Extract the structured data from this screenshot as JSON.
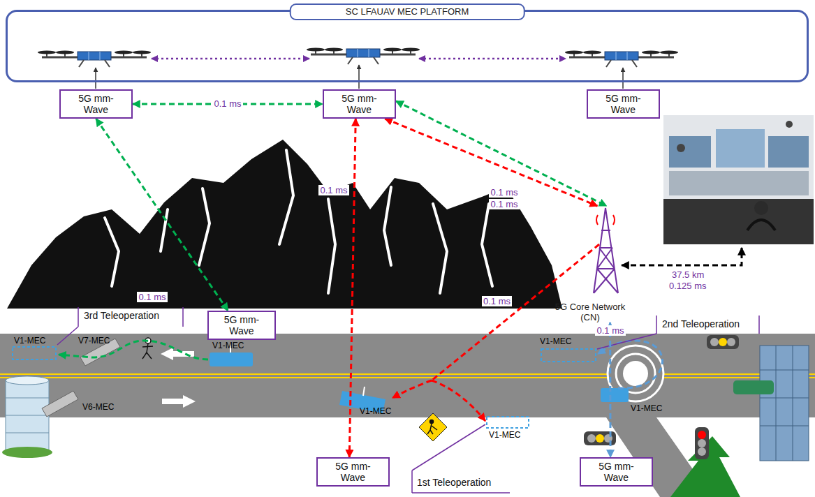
{
  "diagram": {
    "nodes": [
      {
        "text": [
          "SC LFAUAV MEC PLATFORM"
        ]
      },
      {
        "text": [
          "5G mm-Wave"
        ]
      },
      {
        "text": [
          "5G mm-Wave"
        ]
      },
      {
        "text": [
          "5G mm-Wave"
        ]
      },
      {
        "text": [
          "5G Core Network (CN)"
        ]
      },
      {
        "text": [
          "5G mm-Wave"
        ]
      },
      {
        "text": [
          "5G mm-Wave"
        ]
      },
      {
        "text": [
          "5G mm-Wave"
        ]
      }
    ],
    "edges": [
      {
        "from": 1,
        "to": 2,
        "arrow": "both",
        "label": "0.1 ms"
      },
      {
        "from": 2,
        "to": 4,
        "arrow": "both",
        "label": "0.1 ms"
      },
      {
        "from": 2,
        "to": 4,
        "arrow": "both",
        "label": "0.1 ms"
      },
      {
        "from": 2,
        "to": 6,
        "arrow": "both",
        "label": "0.1 ms"
      },
      {
        "from": 1,
        "to": 5,
        "arrow": "both",
        "label": "0.1 ms"
      },
      {
        "from": 4,
        "to": 7,
        "arrow": "both",
        "label": "0.1 ms"
      }
    ],
    "labels": [
      "0.1 ms",
      "37.5 km",
      "0.125 ms",
      "3rd Teleoperation",
      "2nd Teleoperation",
      "1st Teleoperation",
      "V1-MEC",
      "V7-MEC",
      "V6-MEC",
      "V1-MEC",
      "V1-MEC",
      "V1-MEC",
      "V1-MEC",
      "V1-MEC"
    ]
  }
}
